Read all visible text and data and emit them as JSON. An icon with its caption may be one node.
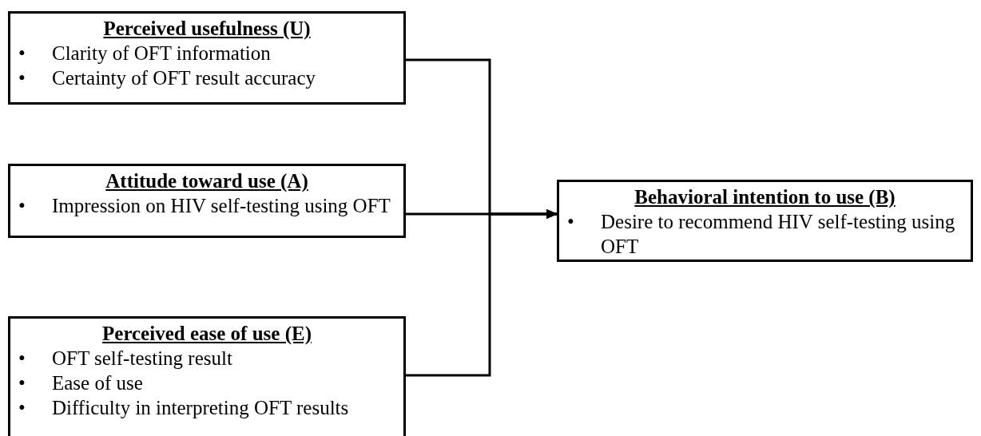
{
  "diagram": {
    "nodes": [
      {
        "text": [
          "Perceived usefulness (U)",
          "Clarity of OFT information",
          "Certainty of OFT result accuracy"
        ]
      },
      {
        "text": [
          "Attitude toward use (A)",
          "Impression on HIV self-testing using OFT"
        ]
      },
      {
        "text": [
          "Perceived ease of use (E)",
          "OFT self-testing result",
          "Ease of use",
          "Difficulty in interpreting OFT results"
        ]
      },
      {
        "text": [
          "Behavioral intention to use (B)",
          "Desire to recommend HIV self-testing using OFT"
        ]
      }
    ],
    "edges": [
      {
        "from": 0,
        "to": 3,
        "arrow": "to"
      },
      {
        "from": 1,
        "to": 3,
        "arrow": "to"
      },
      {
        "from": 2,
        "to": 3,
        "arrow": "to"
      }
    ],
    "labels": [
      "•",
      "•",
      "•",
      "•",
      "•",
      "•",
      "•"
    ]
  }
}
